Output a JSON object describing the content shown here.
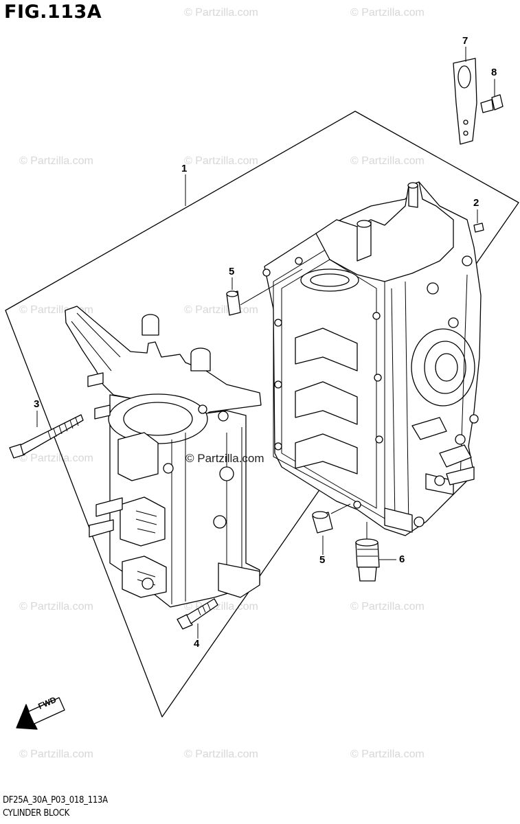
{
  "figure": {
    "title": "FIG.113A"
  },
  "watermark": {
    "text": "© Partzilla.com"
  },
  "callouts": [
    {
      "id": "1",
      "label": "1"
    },
    {
      "id": "2",
      "label": "2"
    },
    {
      "id": "3",
      "label": "3"
    },
    {
      "id": "4",
      "label": "4"
    },
    {
      "id": "5a",
      "label": "5"
    },
    {
      "id": "5b",
      "label": "5"
    },
    {
      "id": "6",
      "label": "6"
    },
    {
      "id": "7",
      "label": "7"
    },
    {
      "id": "8",
      "label": "8"
    }
  ],
  "fwd_arrow": {
    "label": "FWD"
  },
  "footer": {
    "code": "DF25A_30A_P03_018_113A",
    "caption": "CYLINDER BLOCK"
  }
}
